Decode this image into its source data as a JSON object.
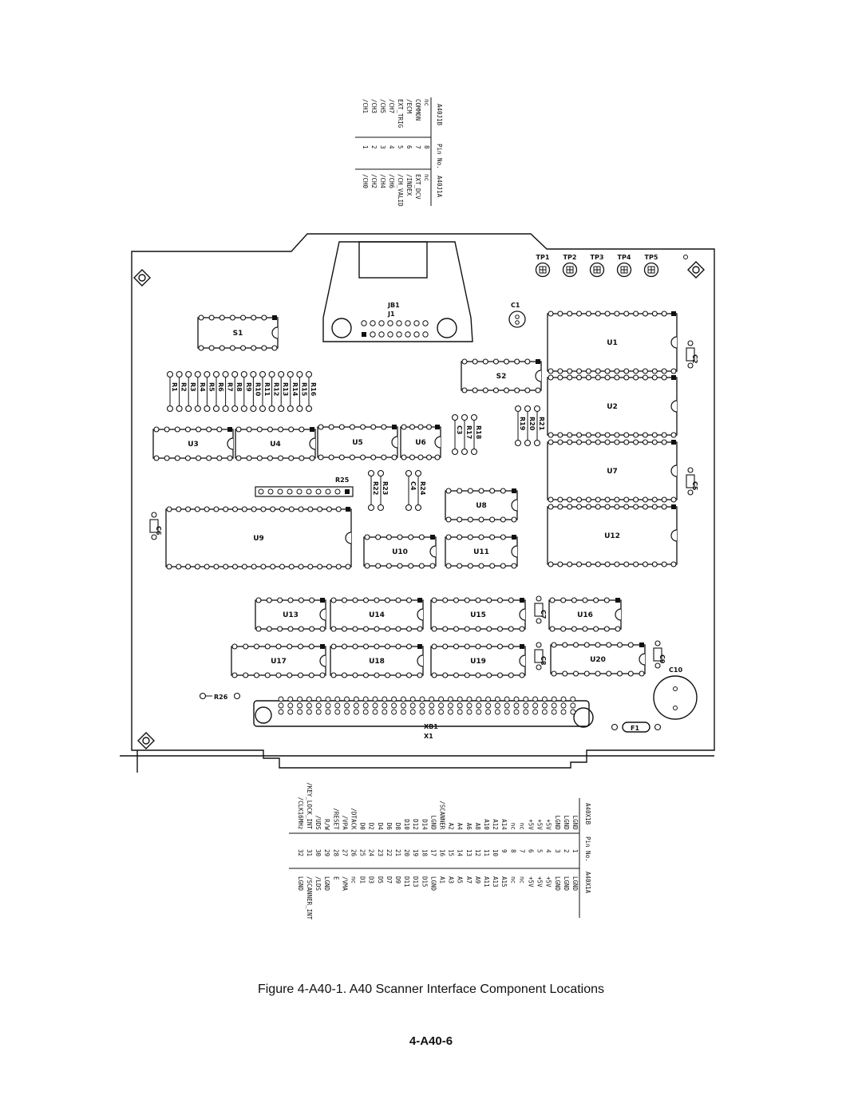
{
  "connector_j1": {
    "headers": [
      "A40J1B",
      "Pin No.",
      "A40J1A"
    ],
    "rows": [
      [
        "nc",
        "8",
        "nc"
      ],
      [
        "COMMON",
        "7",
        "EXT_DCV"
      ],
      [
        "/ECM",
        "6",
        "/INDEX"
      ],
      [
        "EXT_TRIG",
        "5",
        "/CH_VALID"
      ],
      [
        "/CH7",
        "4",
        "/CH6"
      ],
      [
        "/CH5",
        "3",
        "/CH4"
      ],
      [
        "/CH3",
        "2",
        "/CH2"
      ],
      [
        "/CH1",
        "1",
        "/CH0"
      ]
    ]
  },
  "connector_x1": {
    "headers": [
      "A40X1B",
      "Pin No.",
      "A40X1A"
    ],
    "rows": [
      [
        "LGND",
        "1",
        "LGND"
      ],
      [
        "LGND",
        "2",
        "LGND"
      ],
      [
        "LGND",
        "3",
        "LGND"
      ],
      [
        "+5V",
        "4",
        "+5V"
      ],
      [
        "+5V",
        "5",
        "+5V"
      ],
      [
        "+5V",
        "6",
        "+5V"
      ],
      [
        "nc",
        "7",
        "nc"
      ],
      [
        "nc",
        "8",
        "nc"
      ],
      [
        "A14",
        "9",
        "A15"
      ],
      [
        "A12",
        "10",
        "A13"
      ],
      [
        "A10",
        "11",
        "A11"
      ],
      [
        "A8",
        "12",
        "A9"
      ],
      [
        "A6",
        "13",
        "A7"
      ],
      [
        "A4",
        "14",
        "A5"
      ],
      [
        "A2",
        "15",
        "A3"
      ],
      [
        "/SCANNER",
        "16",
        "A1"
      ],
      [
        "LGND",
        "17",
        "LGND"
      ],
      [
        "D14",
        "18",
        "D15"
      ],
      [
        "D12",
        "19",
        "D13"
      ],
      [
        "D10",
        "20",
        "D11"
      ],
      [
        "D8",
        "21",
        "D9"
      ],
      [
        "D6",
        "22",
        "D7"
      ],
      [
        "D4",
        "23",
        "D5"
      ],
      [
        "D2",
        "24",
        "D3"
      ],
      [
        "D0",
        "25",
        "D1"
      ],
      [
        "/DTACK",
        "26",
        "nc"
      ],
      [
        "/VPA",
        "27",
        "/VMA"
      ],
      [
        "/RESET",
        "28",
        "E"
      ],
      [
        "R/W",
        "29",
        "LGND"
      ],
      [
        "/UDS",
        "30",
        "/LDS"
      ],
      [
        "/KEY_LOCK_INT",
        "31",
        "/SCANNER_INT"
      ],
      [
        "/CLK16MHz",
        "32",
        "LGND"
      ]
    ]
  },
  "board": {
    "jb1": "JB1",
    "j1": "J1",
    "xb1": "XB1",
    "x1": "X1",
    "tps": [
      "TP1",
      "TP2",
      "TP3",
      "TP4",
      "TP5"
    ],
    "ics": {
      "s1": "S1",
      "s2": "S2",
      "u1": "U1",
      "u2": "U2",
      "u3": "U3",
      "u4": "U4",
      "u5": "U5",
      "u6": "U6",
      "u7": "U7",
      "u8": "U8",
      "u9": "U9",
      "u10": "U10",
      "u11": "U11",
      "u12": "U12",
      "u13": "U13",
      "u14": "U14",
      "u15": "U15",
      "u16": "U16",
      "u17": "U17",
      "u18": "U18",
      "u19": "U19",
      "u20": "U20"
    },
    "resistors_top": [
      "R1",
      "R2",
      "R3",
      "R4",
      "R5",
      "R6",
      "R7",
      "R8",
      "R9",
      "R10",
      "R11",
      "R12",
      "R13",
      "R14",
      "R15",
      "R16"
    ],
    "r17": "R17",
    "r18": "R18",
    "c3": "C3",
    "r19": "R19",
    "r20": "R20",
    "r21": "R21",
    "r22": "R22",
    "r23": "R23",
    "c4": "C4",
    "r24": "R24",
    "r25": "R25",
    "r26": "R26",
    "c1": "C1",
    "c2": "C2",
    "c5": "C5",
    "c6": "C6",
    "c7": "C7",
    "c8": "C8",
    "c9": "C9",
    "c10": "C10",
    "f1": "F1"
  },
  "caption": "Figure 4-A40-1. A40 Scanner Interface Component Locations",
  "page_number": "4-A40-6"
}
